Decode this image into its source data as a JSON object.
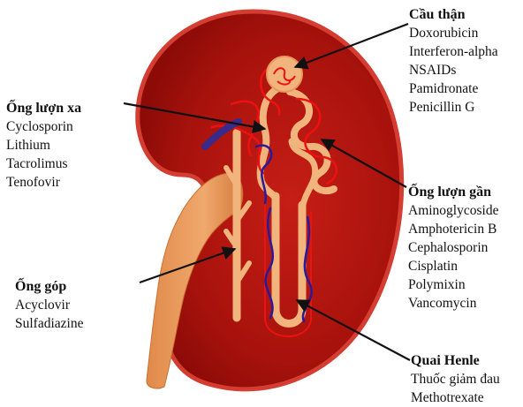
{
  "groups": {
    "glomerulus": {
      "title": "Cầu thận",
      "drugs": [
        "Doxorubicin",
        "Interferon-alpha",
        "NSAIDs",
        "Pamidronate",
        "Penicillin G"
      ]
    },
    "distal_tubule": {
      "title": "Ống lượn xa",
      "drugs": [
        "Cyclosporin",
        "Lithium",
        "Tacrolimus",
        "Tenofovir"
      ]
    },
    "proximal_tubule": {
      "title": "Ống lượn gần",
      "drugs": [
        "Aminoglycoside",
        "Amphotericin B",
        "Cephalosporin",
        "Cisplatin",
        "Polymixin",
        "Vancomycin"
      ]
    },
    "collecting_duct": {
      "title": "Ống góp",
      "drugs": [
        "Acyclovir",
        "Sulfadiazine"
      ]
    },
    "loop_of_henle": {
      "title": "Quai Henle",
      "drugs": [
        "Thuốc giảm đau",
        "Methotrexate"
      ]
    }
  },
  "colors": {
    "kidney": "#a8120c",
    "kidney_edge": "#d43d31",
    "ureter": "#e89a5e",
    "nephron": "#f0b47c",
    "artery": "#ee1111",
    "vein": "#2a1a9a",
    "arrow": "#111111"
  }
}
